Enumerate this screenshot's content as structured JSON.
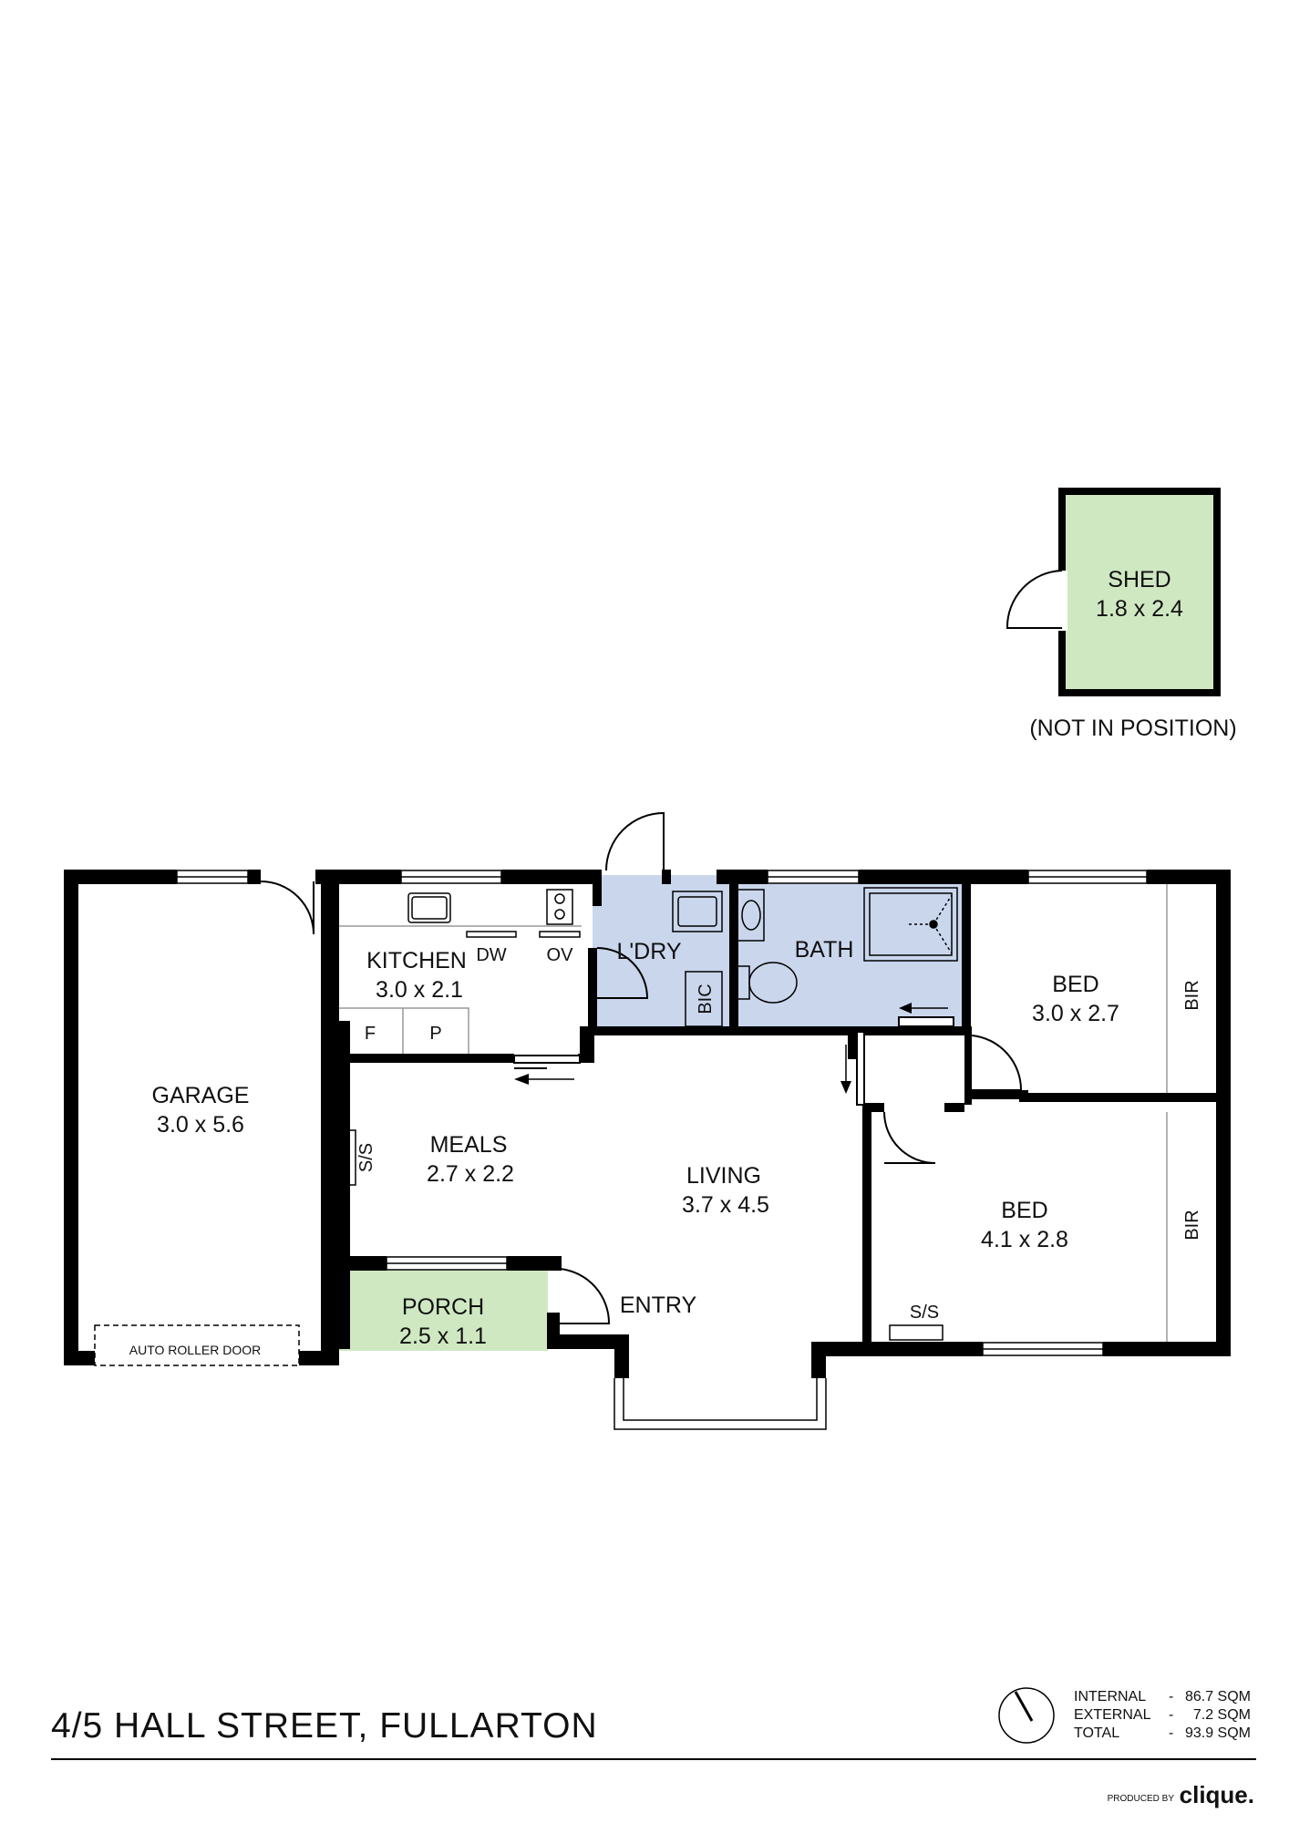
{
  "address": "4/5 HALL STREET, FULLARTON",
  "rooms": {
    "garage": {
      "name": "GARAGE",
      "size": "3.0 x 5.6"
    },
    "kitchen": {
      "name": "KITCHEN",
      "size": "3.0 x 2.1"
    },
    "laundry": {
      "name": "L'DRY"
    },
    "bath": {
      "name": "BATH"
    },
    "bed1": {
      "name": "BED",
      "size": "3.0 x 2.7"
    },
    "bed2": {
      "name": "BED",
      "size": "4.1 x 2.8"
    },
    "meals": {
      "name": "MEALS",
      "size": "2.7 x 2.2"
    },
    "living": {
      "name": "LIVING",
      "size": "3.7 x 4.5"
    },
    "porch": {
      "name": "PORCH",
      "size": "2.5 x 1.1"
    },
    "entry": {
      "name": "ENTRY"
    },
    "shed": {
      "name": "SHED",
      "size": "1.8 x 2.4",
      "note": "(NOT IN POSITION)"
    }
  },
  "fixtures": {
    "dw": "DW",
    "ov": "OV",
    "fridge": "F",
    "pantry": "P",
    "bic": "BIC",
    "bir1": "BIR",
    "bir2": "BIR",
    "ss_meals": "S/S",
    "ss_bed": "S/S",
    "roller_door": "AUTO ROLLER DOOR"
  },
  "areas": [
    {
      "label": "INTERNAL",
      "dash": "-",
      "value": "86.7 SQM"
    },
    {
      "label": "EXTERNAL",
      "dash": "-",
      "value": "7.2 SQM"
    },
    {
      "label": "TOTAL",
      "dash": "-",
      "value": "93.9 SQM"
    }
  ],
  "credit": {
    "produced_by": "PRODUCED BY",
    "brand": "clique."
  },
  "colors": {
    "wall": "#000000",
    "wet_area": "#c9d6ec",
    "outdoor": "#cfe8c2",
    "background": "#ffffff"
  }
}
